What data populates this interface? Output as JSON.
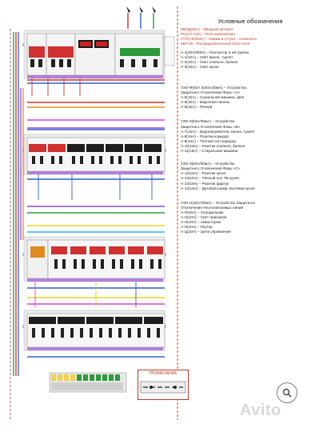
{
  "legend": {
    "title": "Условные обозначения",
    "abbreviations": [
      "ВВОД(50А) – Вводной автомат",
      "РН(СР-723) – Реле напряжения",
      "ОТЛ(УЗО63А) – Нажми в отпуск – отключить",
      "КБР-80 - Распределительный блок Ноля"
    ],
    "blocks": [
      {
        "lines": [
          "А-1(20А/250V) – Контактор 2-ой группы",
          "А-1(10А) – Свет ванна, туалет",
          "А-2(10А) – Свет спальня, балкон",
          "А-3(10А) – Свет кухня"
        ]
      },
      {
        "lines": [
          "УЗО-Ф(63А 4(40А/30мА) – Устройство",
          "Защитного Отключения Фазы «А»",
          "А-5(16А) – Сушильная машина, фен",
          "А-6(16А) – Варочная панель",
          "А-6(16А) – Резерв"
        ]
      },
      {
        "lines": [
          "УЗО-3(63А/30мА) – Устройство",
          "Защитного Отключения Фазы «В»",
          "А-7(16А) – Водонагреватель ванна, туалет",
          "А-8(16А) – Розетки коридор",
          "А-9(16А) – Тёплый пол коридор",
          "А-10(16А) – Розетки спальня, балкон",
          "А-11(16А) – Стиральная машина"
        ]
      },
      {
        "lines": [
          "УЗО-3(63А/30мА) – Устройство",
          "Защитного Отключения Фазы «С»",
          "А-12(16А) – Розетки кухня",
          "А-13(16А) – Тёплый пол ТВ кухня",
          "А-13(16А) – Розетки фартук",
          "А-14(16А) – Духовой шкаф, вытяжка кухня"
        ]
      },
      {
        "lines": [
          "УЗО-Н(25А/30мА) – Устройство Защитного",
          "Отключения Неотключаемых линий",
          "А-Н(16А) – Холодильник",
          "А-Н(10А) – Свет прихожая",
          "А-Н(10А) – Аквасторож",
          "А-Н(10А) – Роутер",
          "А-Ц(10А) – Цепи управления"
        ]
      }
    ]
  },
  "note": {
    "title": "ПРИМЕЧАНИЕ"
  },
  "watermark": "Avito",
  "colors": {
    "phase_red": "#d0312d",
    "neutral_blue": "#2e5fd1",
    "ground_green": "#2f9a3c",
    "bus_purple": "#8e4bd6",
    "bus_orange": "#f08a1c",
    "bus_magenta": "#e43fd9",
    "bus_yellow": "#e6d321",
    "bus_cyan": "#25b8d6",
    "label_purple": "#a86fd8"
  }
}
